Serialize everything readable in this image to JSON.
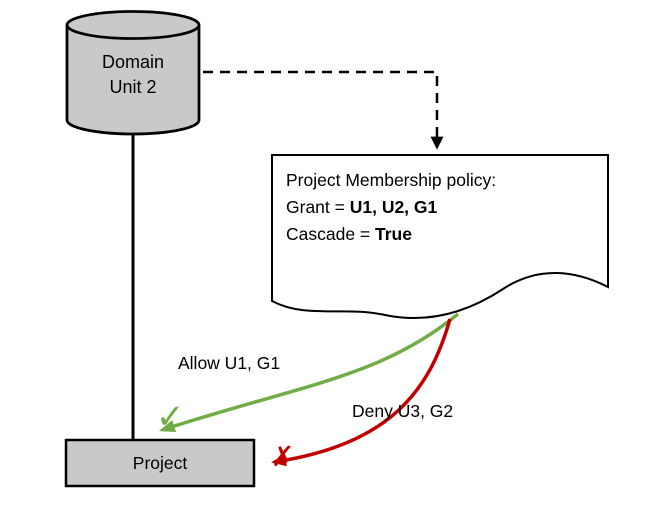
{
  "diagram": {
    "domain_unit": {
      "line1": "Domain",
      "line2": "Unit 2"
    },
    "policy_note": {
      "title": "Project Membership policy:",
      "grant_label": "Grant = ",
      "grant_value": "U1, U2, G1",
      "cascade_label": "Cascade = ",
      "cascade_value": "True"
    },
    "edges": {
      "allow_label": "Allow U1, G1",
      "deny_label": "Deny U3, G2"
    },
    "project": {
      "label": "Project"
    },
    "icons": {
      "allow_check": "✓",
      "deny_cross": "✗"
    },
    "colors": {
      "allow_green": "#70ad47",
      "deny_red": "#c00000",
      "node_fill": "#c9c9c9",
      "outline": "#000000"
    }
  }
}
